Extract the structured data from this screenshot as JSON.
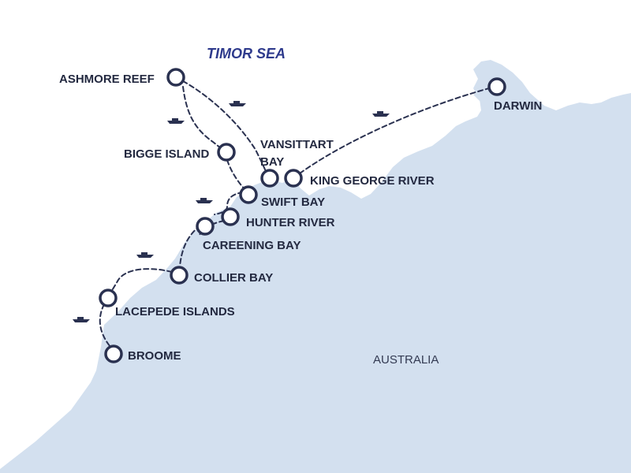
{
  "sea_label": "TIMOR SEA",
  "land_label": "AUSTRALIA",
  "colors": {
    "land": "#d3e0ef",
    "sea": "#ffffff",
    "route": "#2a3150",
    "marker": "#2a3150",
    "sea_label": "#2e3a8c"
  },
  "stops": [
    {
      "id": "ashmore-reef",
      "name": "ASHMORE REEF"
    },
    {
      "id": "bigge-island",
      "name": "BIGGE ISLAND"
    },
    {
      "id": "vansittart-bay",
      "name_line1": "VANSITTART",
      "name_line2": "BAY"
    },
    {
      "id": "king-george-river",
      "name": "KING GEORGE RIVER"
    },
    {
      "id": "swift-bay",
      "name": "SWIFT BAY"
    },
    {
      "id": "hunter-river",
      "name": "HUNTER RIVER"
    },
    {
      "id": "careening-bay",
      "name": "CAREENING BAY"
    },
    {
      "id": "collier-bay",
      "name": "COLLIER BAY"
    },
    {
      "id": "lacepede-islands",
      "name": "LACEPEDE ISLANDS"
    },
    {
      "id": "broome",
      "name": "BROOME"
    },
    {
      "id": "darwin",
      "name": "DARWIN"
    }
  ],
  "icons": {
    "boat": "boat-icon",
    "stop": "stop-marker-icon"
  }
}
